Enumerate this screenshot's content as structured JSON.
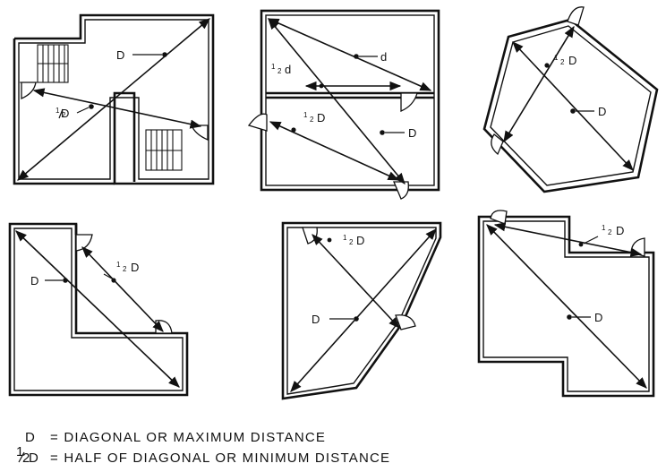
{
  "labels": {
    "D": "D",
    "half_num": "1",
    "half_den": "2",
    "half_D": "D",
    "half_d": "d",
    "d": "d"
  },
  "legend": {
    "line1_symbol": "D",
    "line1_text": "= DIAGONAL OR MAXIMUM DISTANCE",
    "line2_num": "1",
    "line2_den": "2",
    "line2_symbol": "D",
    "line2_text": "= HALF OF DIAGONAL OR MINIMUM DISTANCE"
  }
}
